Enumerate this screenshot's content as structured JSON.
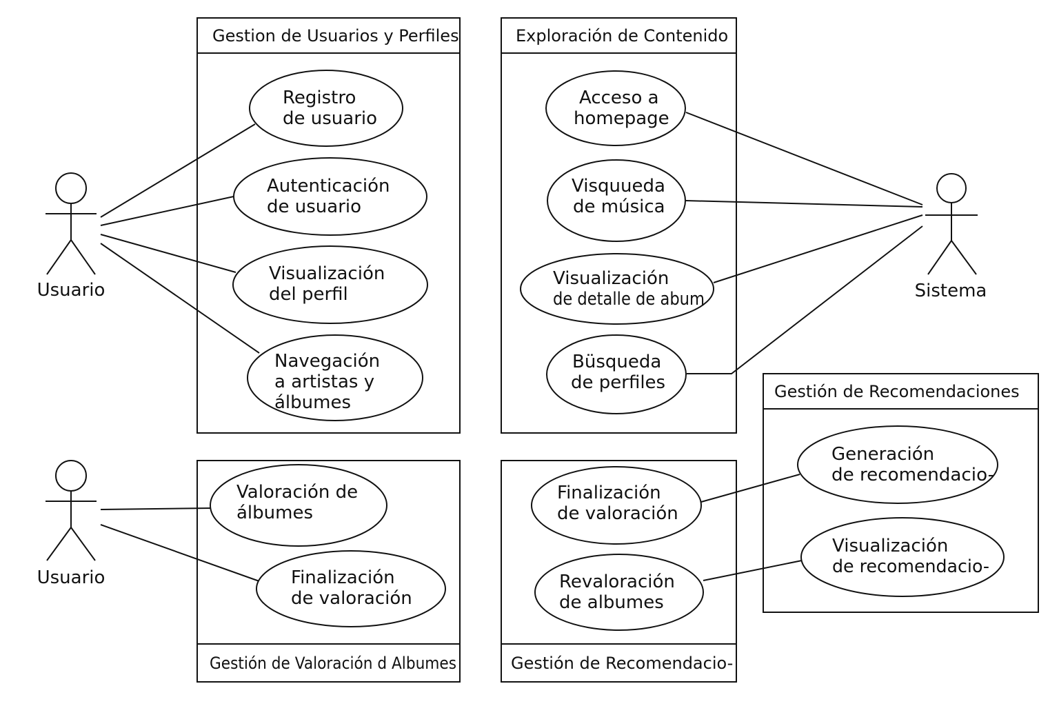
{
  "actors": {
    "usuario_top": "Usuario",
    "usuario_bottom": "Usuario",
    "sistema": "Sistema"
  },
  "packages": {
    "usuarios": {
      "title": "Gestion de Usuarios y Perfiles",
      "use_cases": [
        [
          "Registro",
          "de usuario"
        ],
        [
          "Autenticación",
          "de usuario"
        ],
        [
          "Visualización",
          "del perfil"
        ],
        [
          "Navegación",
          "a artistas y",
          "álbumes"
        ]
      ]
    },
    "exploracion": {
      "title": "Exploración de Contenido",
      "use_cases": [
        [
          "Acceso a",
          "homepage"
        ],
        [
          "Visquueda",
          "de música"
        ],
        [
          "Visualización",
          "de detalle de abum"
        ],
        [
          "Büsqueda",
          "de perfiles"
        ]
      ]
    },
    "recomendaciones_right": {
      "title": "Gestión de Recomendaciones",
      "use_cases": [
        [
          "Generación",
          "de recomendacio-"
        ],
        [
          "Visualización",
          "de recomendacio-"
        ]
      ]
    },
    "valoracion": {
      "title": "Gestión de Valoración d Albumes",
      "use_cases": [
        [
          "Valoración de",
          "álbumes"
        ],
        [
          "Finalización",
          "de valoración"
        ]
      ]
    },
    "recomendaciones_bottom": {
      "title": "Gestión de Recomendacio-",
      "use_cases": [
        [
          "Finalización",
          "de valoración"
        ],
        [
          "Revaloración",
          "de albumes"
        ]
      ]
    }
  }
}
